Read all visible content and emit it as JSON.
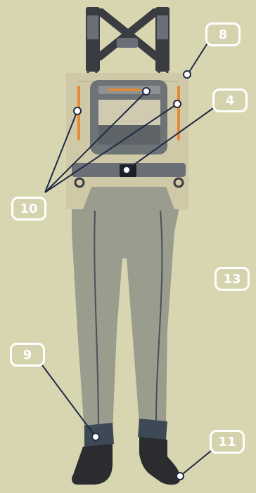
{
  "colors": {
    "background": "#d8d6b0",
    "chest_panel": "#cfc9a8",
    "leg_fabric": "#9a9c8e",
    "strap": "#3a3c42",
    "belt": "#6b7078",
    "pocket": "#6e7376",
    "zip_accent": "#e08a3a",
    "boot": "#2a2c30",
    "leader_line": "#1f2a44",
    "callout_border": "#ffffff"
  },
  "callouts": [
    {
      "id": "c8",
      "label": "8"
    },
    {
      "id": "c4",
      "label": "4"
    },
    {
      "id": "c10",
      "label": "10"
    },
    {
      "id": "c13",
      "label": "13"
    },
    {
      "id": "c9",
      "label": "9"
    },
    {
      "id": "c11",
      "label": "11"
    }
  ]
}
